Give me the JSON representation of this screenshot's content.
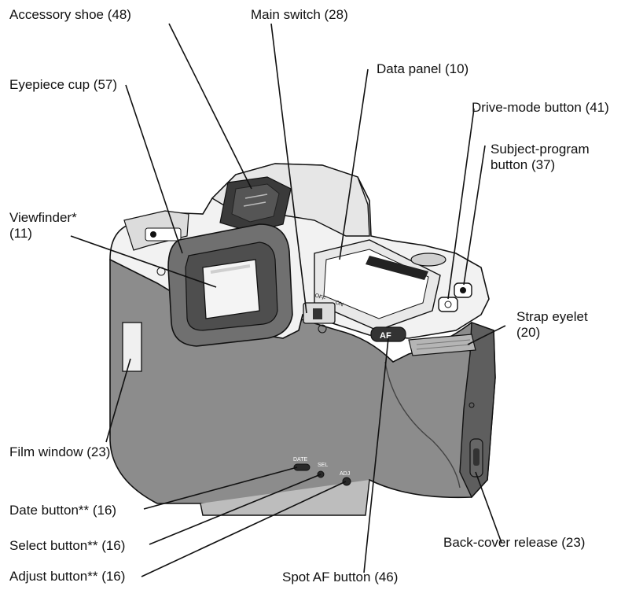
{
  "labels": {
    "accessory_shoe": "Accessory shoe (48)",
    "main_switch": "Main switch (28)",
    "data_panel": "Data panel (10)",
    "eyepiece_cup": "Eyepiece cup (57)",
    "drive_mode_button": "Drive-mode button (41)",
    "subject_program_line1": "Subject-program",
    "subject_program_line2": "button (37)",
    "viewfinder_line1": "Viewfinder*",
    "viewfinder_line2": " (11)",
    "strap_eyelet_line1": "Strap eyelet",
    "strap_eyelet_line2": "(20)",
    "film_window": "Film window (23)",
    "date_button": "Date button** (16)",
    "select_button": "Select button** (16)",
    "adjust_button": "Adjust button** (16)",
    "spot_af_button": "Spot AF button (46)",
    "back_cover_release": "Back-cover release (23)"
  },
  "camera_markings": {
    "af": "AF",
    "date": "DATE",
    "sel": "SEL",
    "adj": "ADJ",
    "off": "OFF",
    "on": "ON"
  },
  "colors": {
    "body_gray": "#8c8c8c",
    "body_dark": "#5e5e5e",
    "top_plate": "#f2f2f2",
    "outline": "#111111"
  }
}
